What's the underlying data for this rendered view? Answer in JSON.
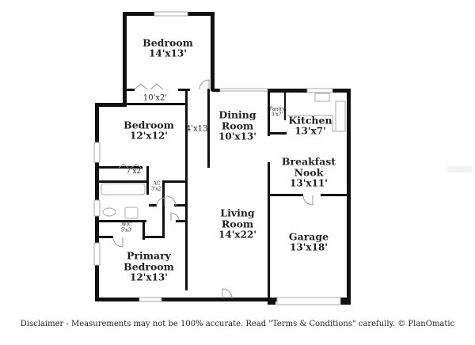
{
  "floorplan": {
    "rooms": [
      {
        "id": "bedroom-top",
        "name": "Bedroom",
        "dims": "14'x13'"
      },
      {
        "id": "closet-top",
        "name": "",
        "dims": "10'x2'"
      },
      {
        "id": "hallway",
        "name": "",
        "dims": "4'x13'"
      },
      {
        "id": "bedroom-mid",
        "name": "Bedroom",
        "dims": "12'x12'"
      },
      {
        "id": "closet-mid",
        "name": "",
        "dims": "7'x2'"
      },
      {
        "id": "ac",
        "name": "AC",
        "dims": "3'x2'"
      },
      {
        "id": "wic",
        "name": "WIC",
        "dims": "5'x3'"
      },
      {
        "id": "primary-bedroom",
        "name": "Primary Bedroom",
        "name_line1": "Primary",
        "name_line2": "Bedroom",
        "dims": "12'x13'"
      },
      {
        "id": "dining-room",
        "name": "Dining Room",
        "name_line1": "Dining",
        "name_line2": "Room",
        "dims": "10'x13'"
      },
      {
        "id": "pantry",
        "name": "Pantry",
        "dims": "3'x7'"
      },
      {
        "id": "kitchen",
        "name": "Kitchen",
        "dims": "13'x7'"
      },
      {
        "id": "breakfast-nook",
        "name": "Breakfast Nook",
        "name_line1": "Breakfast",
        "name_line2": "Nook",
        "dims": "13'x11'"
      },
      {
        "id": "living-room",
        "name": "Living Room",
        "name_line1": "Living",
        "name_line2": "Room",
        "dims": "14'x22'"
      },
      {
        "id": "garage",
        "name": "Garage",
        "dims": "13'x18'"
      }
    ],
    "colors": {
      "wall": "#111111",
      "window": "#cccccc",
      "fixture": "#bbbbbb",
      "text": "#222222"
    }
  },
  "footer": {
    "disclaimer": "Disclaimer - Measurements may not be 100% accurate. Read \"Terms & Conditions\" carefully. © PlanOmatic"
  }
}
